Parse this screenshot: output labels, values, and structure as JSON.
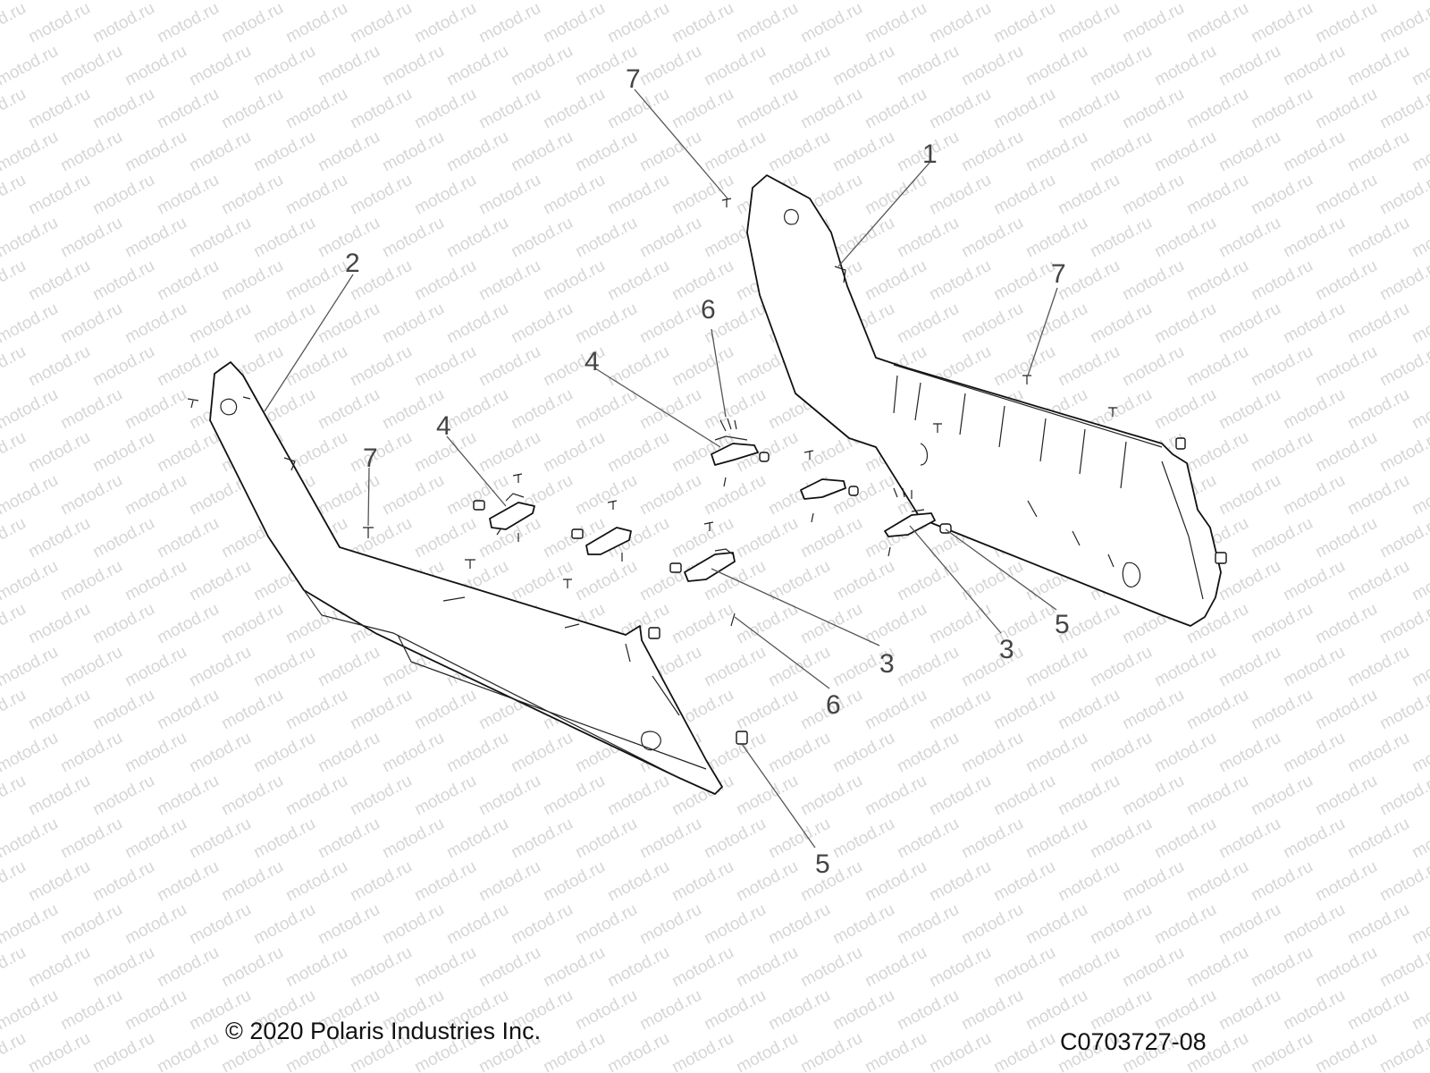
{
  "watermark": {
    "text": "motod.ru"
  },
  "callouts": [
    {
      "id": "c1",
      "label": "1"
    },
    {
      "id": "c2",
      "label": "2"
    },
    {
      "id": "c3a",
      "label": "3"
    },
    {
      "id": "c3b",
      "label": "3"
    },
    {
      "id": "c4a",
      "label": "4"
    },
    {
      "id": "c4b",
      "label": "4"
    },
    {
      "id": "c5a",
      "label": "5"
    },
    {
      "id": "c5b",
      "label": "5"
    },
    {
      "id": "c6a",
      "label": "6"
    },
    {
      "id": "c6b",
      "label": "6"
    },
    {
      "id": "c7a",
      "label": "7"
    },
    {
      "id": "c7b",
      "label": "7"
    },
    {
      "id": "c7c",
      "label": "7"
    }
  ],
  "footer": {
    "copyright": "© 2020 Polaris Industries Inc.",
    "diagram_code": "C0703727-08"
  }
}
